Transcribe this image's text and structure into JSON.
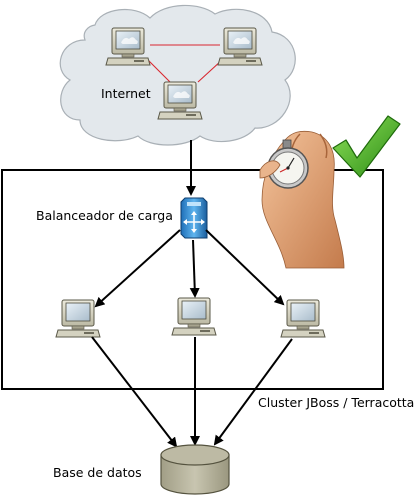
{
  "labels": {
    "internet": "Internet",
    "load_balancer": "Balanceador de carga",
    "cluster": "Cluster JBoss / Terracotta",
    "database": "Base de datos"
  },
  "colors": {
    "cloud_fill": "#e3e8ec",
    "cloud_stroke": "#a9b0b6",
    "link_red": "#d9262f",
    "arrow": "#000000",
    "computer_body": "#d8d6c4",
    "server_blue": "#2a8fd8",
    "db_fill": "#b4b19b",
    "check_green": "#3fae1f"
  }
}
